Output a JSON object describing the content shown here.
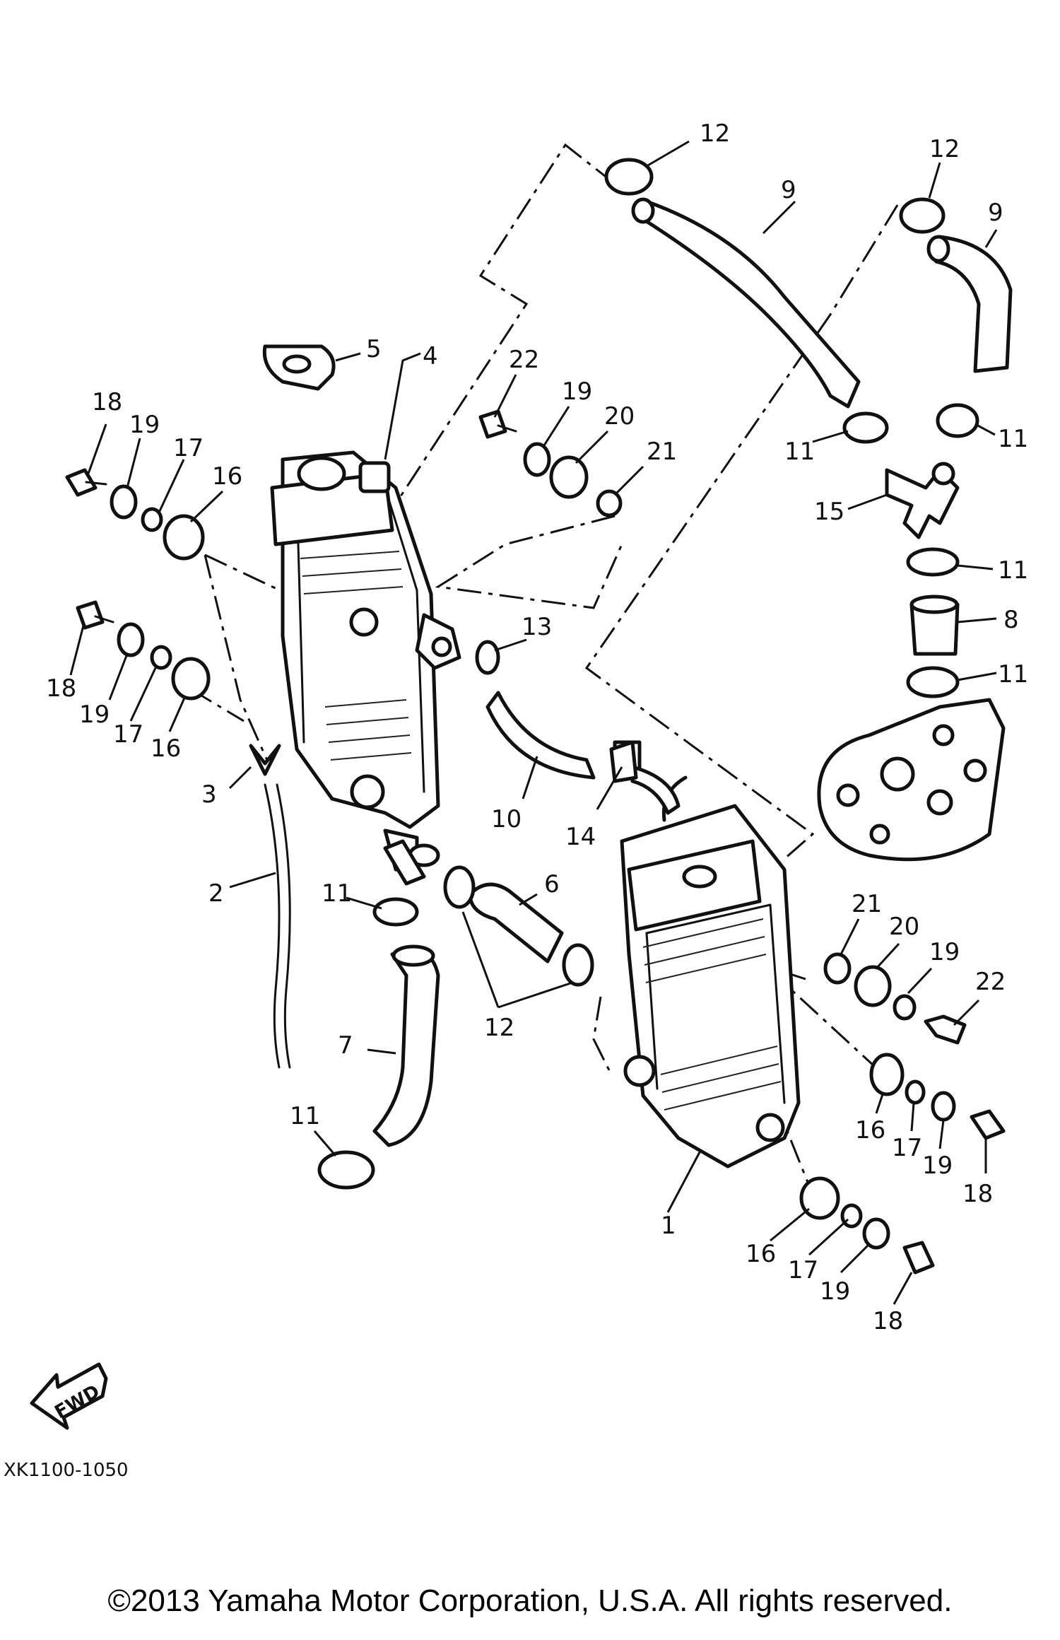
{
  "diagram": {
    "drawing_code": "XK1100-1050",
    "fwd_label": "FWD",
    "copyright": "©2013 Yamaha Motor Corporation, U.S.A. All rights reserved.",
    "callouts": [
      {
        "n": "12"
      },
      {
        "n": "9"
      },
      {
        "n": "12"
      },
      {
        "n": "9"
      },
      {
        "n": "5"
      },
      {
        "n": "4"
      },
      {
        "n": "22"
      },
      {
        "n": "19"
      },
      {
        "n": "20"
      },
      {
        "n": "21"
      },
      {
        "n": "18"
      },
      {
        "n": "19"
      },
      {
        "n": "17"
      },
      {
        "n": "16"
      },
      {
        "n": "11"
      },
      {
        "n": "11"
      },
      {
        "n": "15"
      },
      {
        "n": "11"
      },
      {
        "n": "8"
      },
      {
        "n": "11"
      },
      {
        "n": "13"
      },
      {
        "n": "18"
      },
      {
        "n": "19"
      },
      {
        "n": "17"
      },
      {
        "n": "16"
      },
      {
        "n": "3"
      },
      {
        "n": "10"
      },
      {
        "n": "14"
      },
      {
        "n": "2"
      },
      {
        "n": "11"
      },
      {
        "n": "6"
      },
      {
        "n": "21"
      },
      {
        "n": "20"
      },
      {
        "n": "19"
      },
      {
        "n": "22"
      },
      {
        "n": "12"
      },
      {
        "n": "7"
      },
      {
        "n": "16"
      },
      {
        "n": "17"
      },
      {
        "n": "19"
      },
      {
        "n": "18"
      },
      {
        "n": "11"
      },
      {
        "n": "1"
      },
      {
        "n": "16"
      },
      {
        "n": "17"
      },
      {
        "n": "19"
      },
      {
        "n": "18"
      }
    ]
  }
}
